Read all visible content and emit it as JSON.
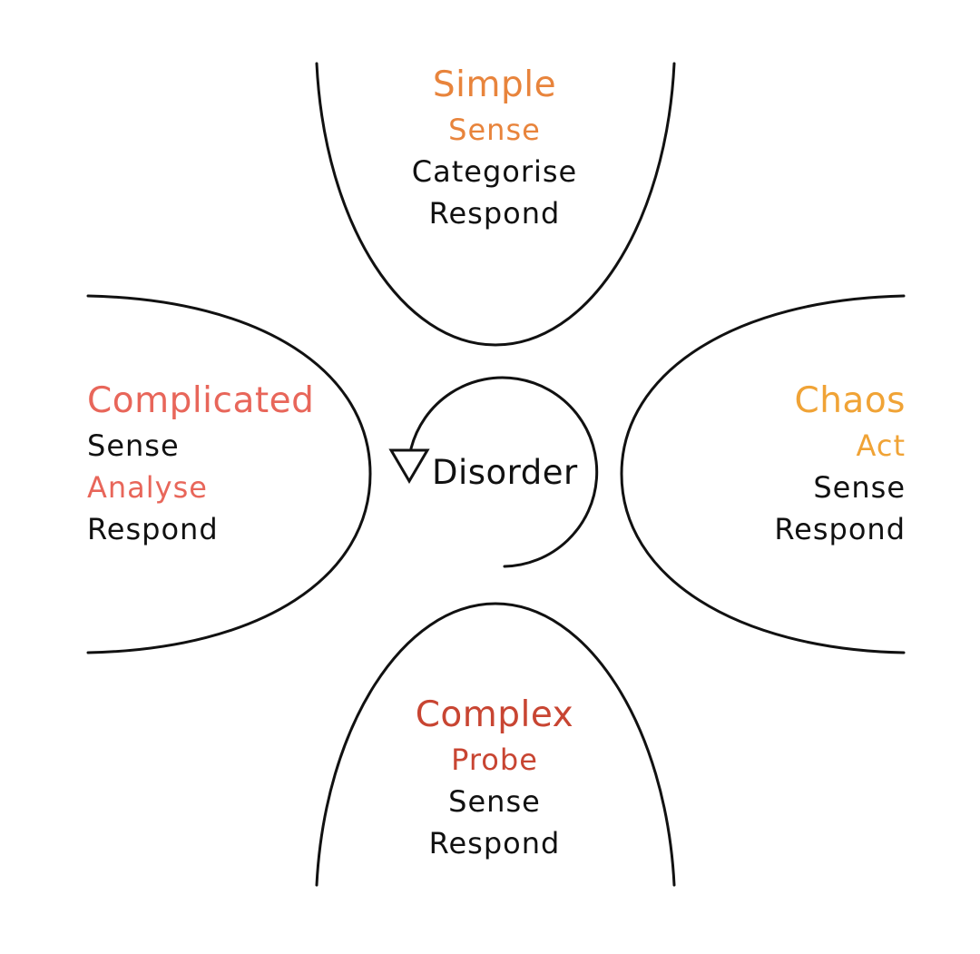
{
  "colors": {
    "simple": "#e8843c",
    "complicated": "#e8665a",
    "complex": "#c84532",
    "chaos": "#f0a336",
    "text": "#111111",
    "line": "#111111"
  },
  "domains": {
    "simple": {
      "title": "Simple",
      "steps": [
        "Sense",
        "Categorise",
        "Respond"
      ]
    },
    "complicated": {
      "title": "Complicated",
      "steps": [
        "Sense",
        "Analyse",
        "Respond"
      ]
    },
    "chaos": {
      "title": "Chaos",
      "steps": [
        "Act",
        "Sense",
        "Respond"
      ]
    },
    "complex": {
      "title": "Complex",
      "steps": [
        "Probe",
        "Sense",
        "Respond"
      ]
    }
  },
  "center": {
    "label": "Disorder",
    "icon": "triangle-arrow-icon"
  }
}
